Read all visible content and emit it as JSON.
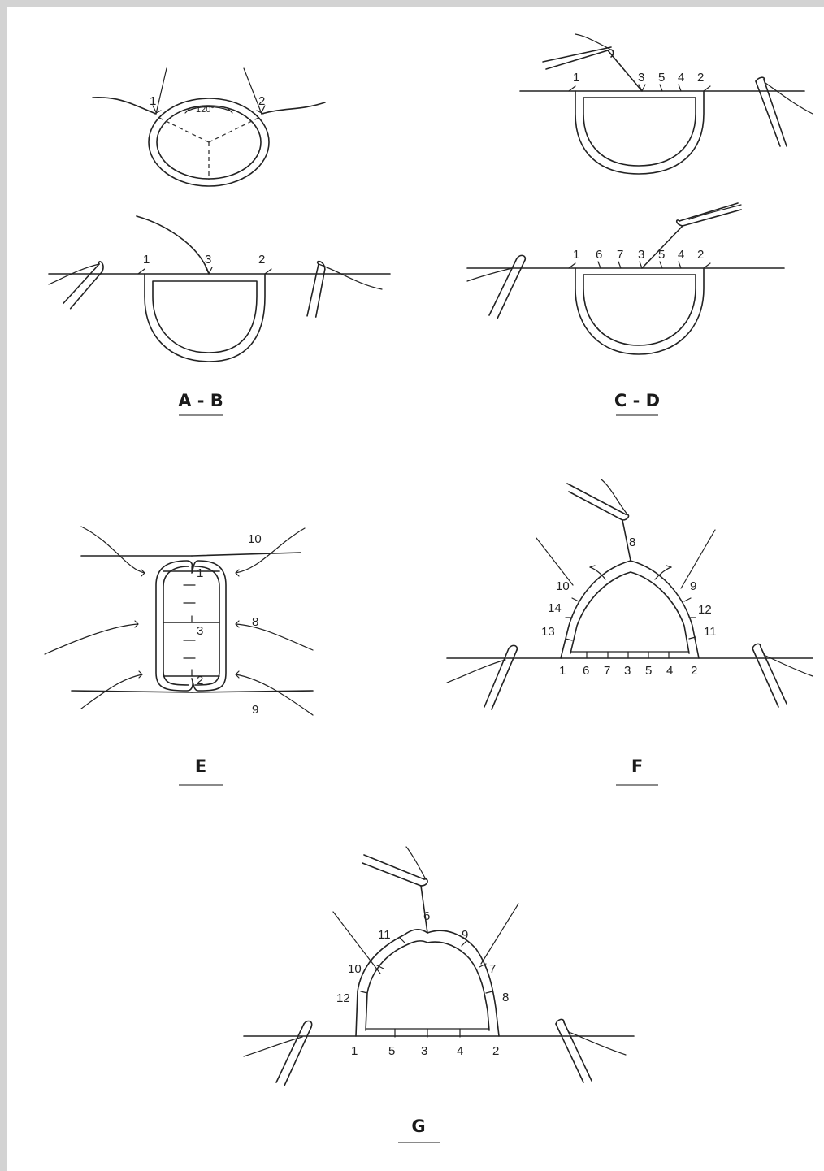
{
  "panels": {
    "ab": {
      "caption": "A - B",
      "angle_label": "120°",
      "a_labels": [
        "1",
        "2"
      ],
      "b_labels": [
        "1",
        "3",
        "2"
      ]
    },
    "cd": {
      "caption": "C - D",
      "c_labels": [
        "1",
        "3",
        "5",
        "4",
        "2"
      ],
      "d_labels": [
        "1",
        "6",
        "7",
        "3",
        "5",
        "4",
        "2"
      ]
    },
    "e": {
      "caption": "E",
      "inner_labels": [
        "1",
        "3",
        "2"
      ],
      "outer_labels": [
        "10",
        "8",
        "9"
      ]
    },
    "f": {
      "caption": "F",
      "base_labels": [
        "1",
        "6",
        "7",
        "3",
        "5",
        "4",
        "2"
      ],
      "arch_labels": [
        "8",
        "10",
        "9",
        "14",
        "12",
        "13",
        "11"
      ]
    },
    "g": {
      "caption": "G",
      "base_labels": [
        "1",
        "5",
        "3",
        "4",
        "2"
      ],
      "arch_labels": [
        "6",
        "11",
        "9",
        "10",
        "7",
        "12",
        "8"
      ]
    }
  }
}
